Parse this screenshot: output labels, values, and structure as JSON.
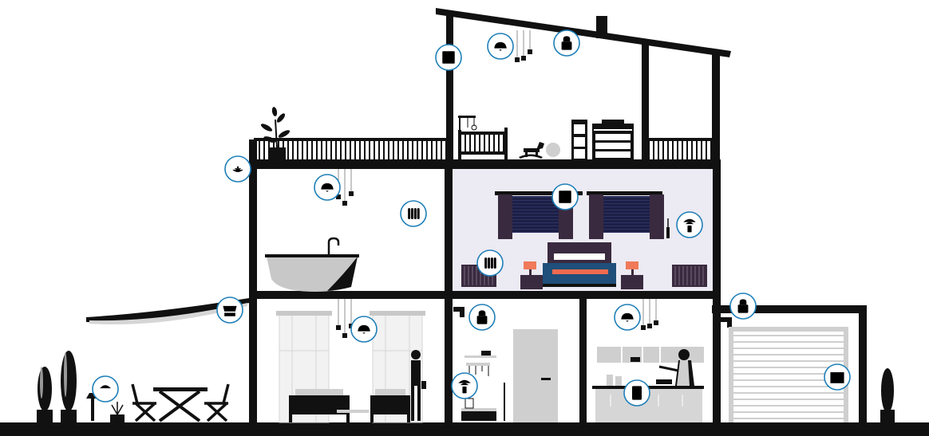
{
  "colors": {
    "structure": "#111111",
    "accent": "#1f7fb8",
    "bedroom_bg": "#eceaf3",
    "curtain": "#3a2a3f",
    "blind": "#1c1f44",
    "bed_blue": "#1f4f7a",
    "bed_coral": "#f06a4f",
    "lamp": "#f07a5a",
    "furniture_gray": "#cfcfcf",
    "radiator_dark": "#3a2a3f"
  },
  "hotspots": [
    {
      "id": "attic-blind",
      "icon": "blind-icon"
    },
    {
      "id": "attic-light",
      "icon": "ceiling-light-icon"
    },
    {
      "id": "attic-lock",
      "icon": "lock-icon"
    },
    {
      "id": "terrace-presence",
      "icon": "presence-sensor-icon"
    },
    {
      "id": "bathroom-light",
      "icon": "ceiling-light-icon"
    },
    {
      "id": "bathroom-heating",
      "icon": "radiator-icon"
    },
    {
      "id": "bedroom-blind",
      "icon": "blind-icon"
    },
    {
      "id": "bedroom-remote",
      "icon": "wireless-remote-icon"
    },
    {
      "id": "bedroom-heating",
      "icon": "radiator-icon"
    },
    {
      "id": "awning",
      "icon": "awning-icon"
    },
    {
      "id": "living-light",
      "icon": "ceiling-light-icon"
    },
    {
      "id": "hall-lock",
      "icon": "lock-icon"
    },
    {
      "id": "hall-remote",
      "icon": "wireless-remote-icon"
    },
    {
      "id": "kitchen-light",
      "icon": "ceiling-light-icon"
    },
    {
      "id": "kitchen-switch",
      "icon": "wall-switch-icon"
    },
    {
      "id": "garage-lock",
      "icon": "lock-icon"
    },
    {
      "id": "garage-door",
      "icon": "garage-door-icon"
    },
    {
      "id": "garden-light",
      "icon": "garden-light-icon"
    }
  ]
}
